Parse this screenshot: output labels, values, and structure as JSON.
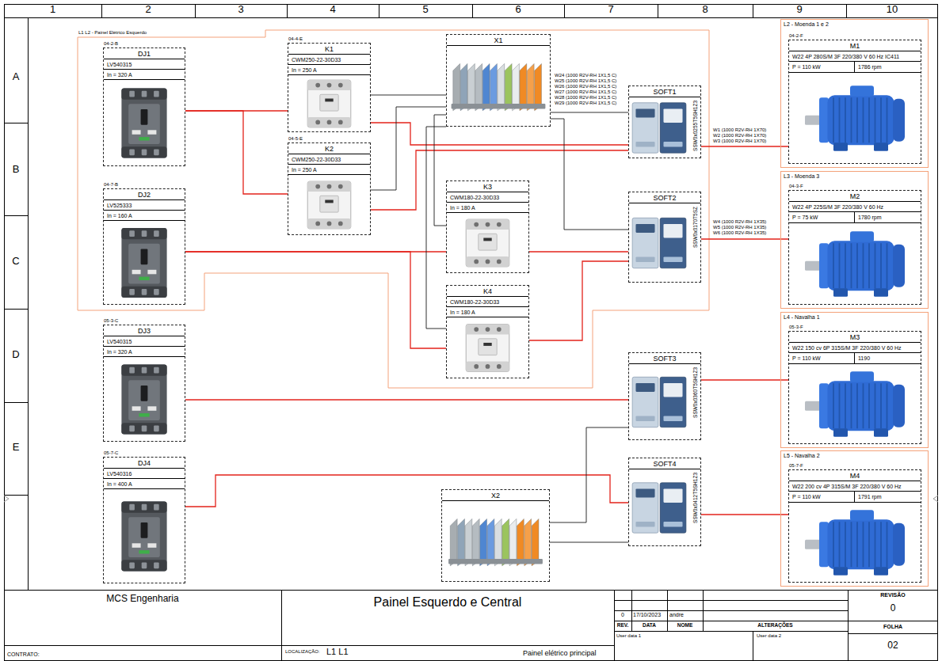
{
  "diagram": {
    "title": "Painel Esquerdo e Central",
    "nodes": [
      {
        "text": [
          "04-2-B",
          "DJ1",
          "LV540315",
          "In = 320 A"
        ]
      },
      {
        "text": [
          "04-4-E",
          "K1",
          "CWM250-22-30D33",
          "In = 250 A"
        ]
      },
      {
        "text": [
          "X1"
        ]
      },
      {
        "text": [
          "SOFT1",
          "SSW0x0255T5SH1Z3"
        ]
      },
      {
        "text": [
          "L2 - Moenda 1 e 2"
        ]
      },
      {
        "text": [
          "04-2-F",
          "M1",
          "W22 4P 280S/M 3F 220/380 V 60 Hz IC411",
          "P = 110 kW",
          "1786 rpm"
        ],
        "in": 4
      },
      {
        "text": [
          "04-5-E",
          "K2",
          "CWM250-22-30D33",
          "In = 250 A"
        ]
      },
      {
        "text": [
          "04-7-B",
          "DJ2",
          "LV525333",
          "In = 160 A"
        ]
      },
      {
        "text": [
          "K3",
          "CWM180-22-30D33",
          "In = 180 A"
        ]
      },
      {
        "text": [
          "SOFT2",
          "SSW0x0170T5SZ"
        ]
      },
      {
        "text": [
          "L3 - Moenda 3"
        ]
      },
      {
        "text": [
          "04-3-F",
          "M2",
          "W22 4P 225S/M 3F 220/380 V 60 Hz",
          "P = 75 kW",
          "1780 rpm"
        ],
        "in": 10
      },
      {
        "text": [
          "K4",
          "CWM180-22-30D33",
          "In = 180 A"
        ]
      },
      {
        "text": [
          "05-3-C",
          "DJ3",
          "LV540315",
          "In = 320 A"
        ]
      },
      {
        "text": [
          "SOFT3",
          "SSW0x0360T5SH1Z3"
        ]
      },
      {
        "text": [
          "L4 - Navalha 1"
        ]
      },
      {
        "text": [
          "05-3-F",
          "M3",
          "W22 150 cv 6P 315S/M 3F 220/380 V 60 Hz",
          "P = 110 kW",
          "1190"
        ],
        "in": 15
      },
      {
        "text": [
          "05-7-C",
          "DJ4",
          "LV540316",
          "In = 400 A"
        ]
      },
      {
        "text": [
          "X2"
        ]
      },
      {
        "text": [
          "SOFT4",
          "SSW0x0412T5SH1Z3"
        ]
      },
      {
        "text": [
          "L5 - Navalha 2"
        ]
      },
      {
        "text": [
          "05-7-F",
          "M4",
          "W22 200 cv 4P 315S/M 3F 220/380 V 60 Hz",
          "P = 110 kW",
          "1791 rpm"
        ],
        "in": 20
      }
    ],
    "edges": [
      {
        "from": 0,
        "to": 1,
        "arrow": "none"
      },
      {
        "from": 0,
        "to": 6,
        "arrow": "none"
      },
      {
        "from": 1,
        "to": 3,
        "arrow": "none"
      },
      {
        "from": 6,
        "to": 3,
        "arrow": "none"
      },
      {
        "from": 7,
        "to": 8,
        "arrow": "none"
      },
      {
        "from": 7,
        "to": 12,
        "arrow": "none"
      },
      {
        "from": 8,
        "to": 9,
        "arrow": "none"
      },
      {
        "from": 12,
        "to": 9,
        "arrow": "none"
      },
      {
        "from": 13,
        "to": 14,
        "arrow": "none"
      },
      {
        "from": 17,
        "to": 19,
        "arrow": "none"
      },
      {
        "from": 3,
        "to": 5,
        "arrow": "none"
      },
      {
        "from": 9,
        "to": 11,
        "arrow": "none"
      },
      {
        "from": 14,
        "to": 16,
        "arrow": "none"
      },
      {
        "from": 19,
        "to": 21,
        "arrow": "none"
      },
      {
        "from": 2,
        "to": 1,
        "arrow": "none"
      },
      {
        "from": 2,
        "to": 6,
        "arrow": "none"
      },
      {
        "from": 2,
        "to": 8,
        "arrow": "none"
      },
      {
        "from": 2,
        "to": 12,
        "arrow": "none"
      },
      {
        "from": 2,
        "to": 3,
        "arrow": "none"
      },
      {
        "from": 2,
        "to": 9,
        "arrow": "none"
      },
      {
        "from": 18,
        "to": 14,
        "arrow": "none"
      },
      {
        "from": 18,
        "to": 19,
        "arrow": "none"
      }
    ],
    "labels": [
      "1",
      "2",
      "3",
      "4",
      "5",
      "6",
      "7",
      "8",
      "9",
      "10",
      "A",
      "B",
      "C",
      "D",
      "E",
      "L1 L2 - Painel Elétrico Esquerdo",
      "W24 (1000 R2V-RH 1X1,5 C)",
      "W25 (1000 R2V-RH 1X1,5 C)",
      "W26 (1000 R2V-RH 1X1,5 C)",
      "W27 (1000 R2V-RH 1X1,5 C)",
      "W28 (1000 R2V-RH 1X1,5 C)",
      "W29 (1000 R2V-RH 1X1,5 C)",
      "W1 (1000 R2V-RH 1X70)",
      "W2 (1000 R2V-RH 1X70)",
      "W3 (1000 R2V-RH 1X70)",
      "W4 (1000 R2V-RH 1X35)",
      "W5 (1000 R2V-RH 1X35)",
      "W6 (1000 R2V-RH 1X35)",
      "MCS Engenharia",
      "REVISÃO",
      "0",
      "0",
      "17/10/2023",
      "andre",
      "REV.",
      "DATA",
      "NOME",
      "ALTERAÇÕES",
      "FOLHA",
      "02",
      "CONTRATO:",
      "LOCALIZAÇÃO:",
      "L1 L1",
      "Painel elétrico principal",
      "User data 1",
      "User data 2"
    ]
  }
}
